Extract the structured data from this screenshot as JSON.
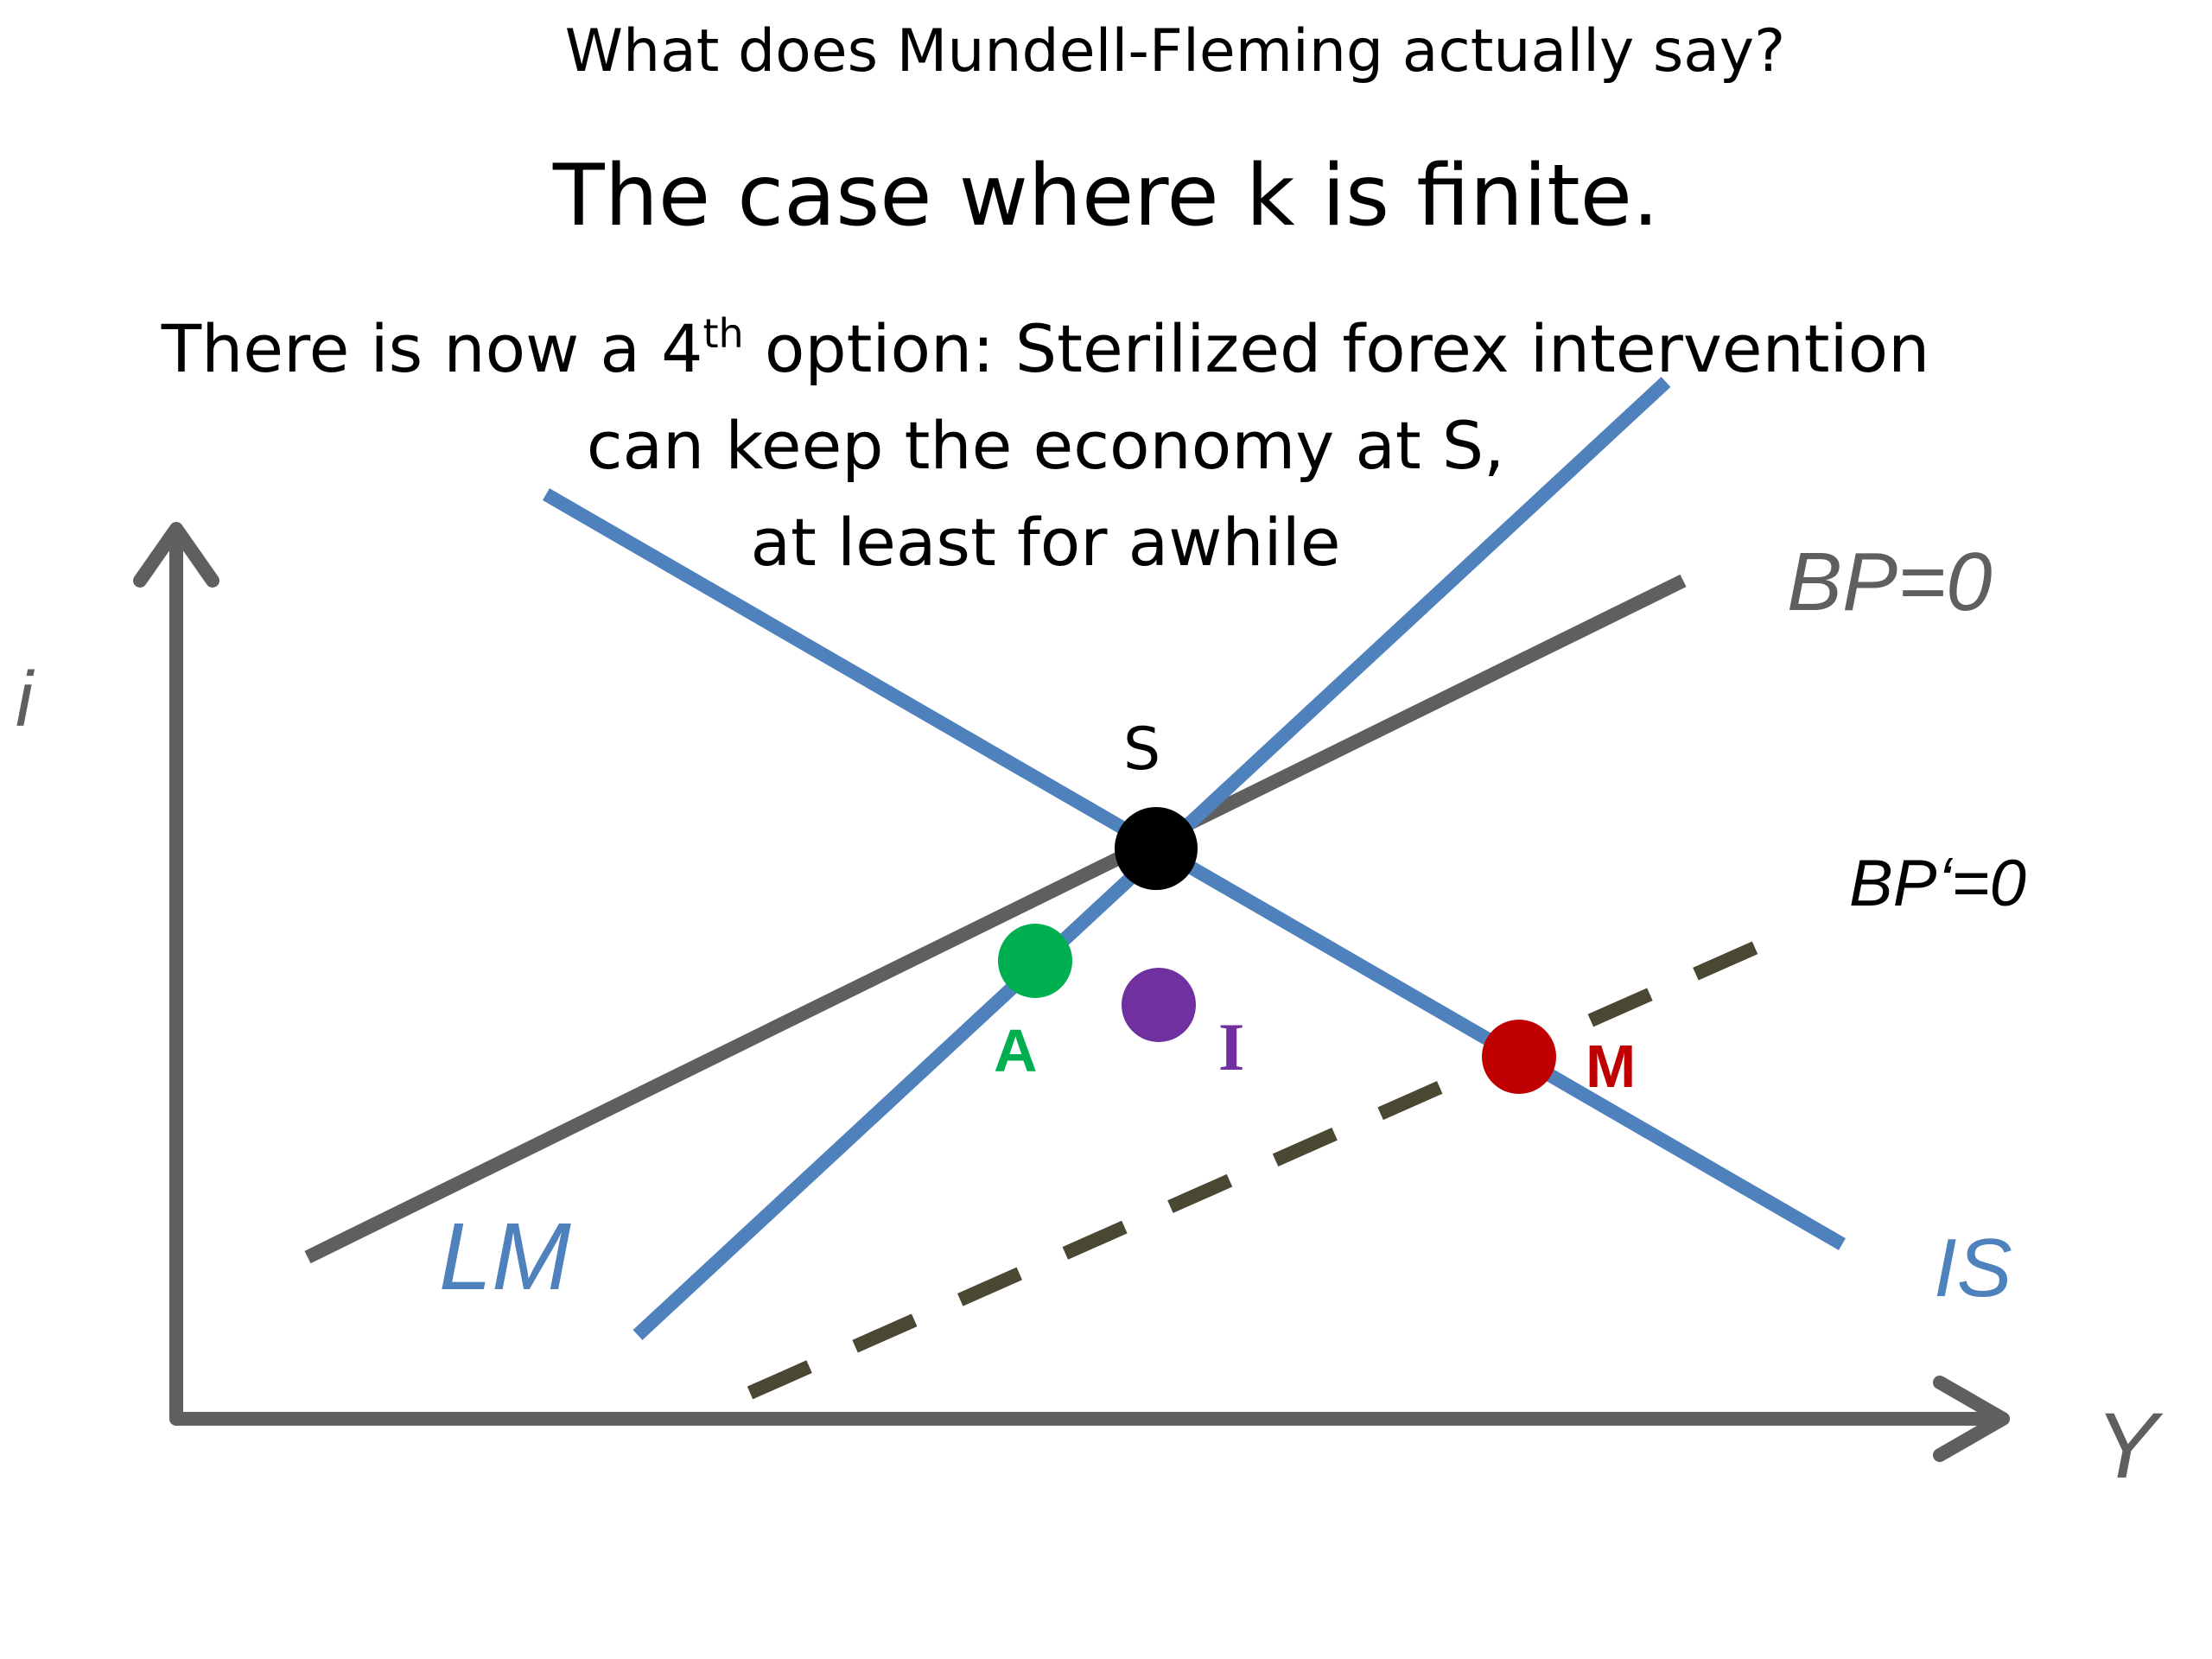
{
  "heading": "What does Mundell-Fleming actually say?",
  "subtitle": "The case where k is finite.",
  "note": {
    "line1_pre": "There is now a 4",
    "line1_sup": "th",
    "line1_post": " option: Sterilized forex intervention",
    "line2": "can keep the economy at S,",
    "line3": "at least for awhile"
  },
  "axes": {
    "y_label": "i",
    "x_label": "Y"
  },
  "curves": {
    "lm": "LM",
    "is": "IS",
    "bp": "BP=0",
    "bp_prime": "BPʻ=0"
  },
  "points": {
    "s": "S",
    "a": "A",
    "i": "I",
    "m": "M"
  },
  "colors": {
    "curve_blue": "#4f81bd",
    "curve_gray": "#5f5f5f",
    "dashed": "#4a4733",
    "point_s": "#000000",
    "point_a": "#00b050",
    "point_i": "#7030a0",
    "point_m": "#c00000"
  }
}
